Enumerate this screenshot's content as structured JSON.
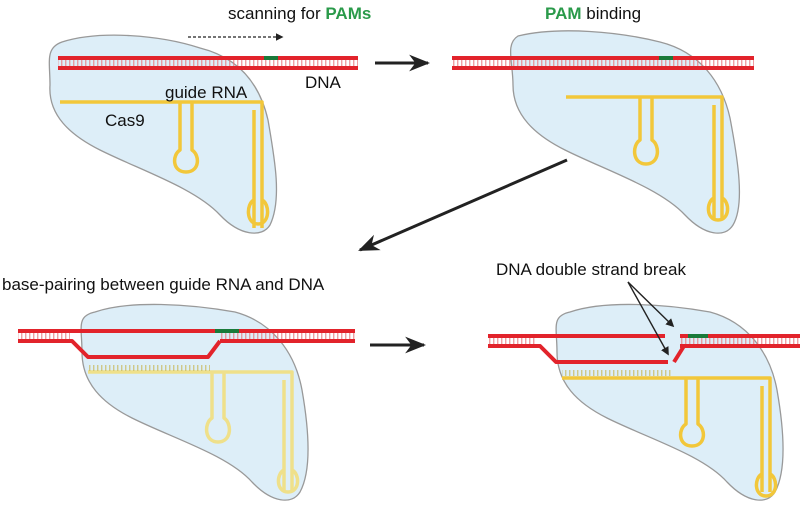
{
  "colors": {
    "dna": "#e2232b",
    "dna_faded": "#e8787d",
    "pam": "#1a7a3a",
    "pam_label": "#2a9a4a",
    "guide_rna": "#f2c73a",
    "guide_rna_faded": "#efe08a",
    "cas9_fill": "#ddeef8",
    "cas9_stroke": "#999999",
    "arrow": "#222222",
    "text": "#111111"
  },
  "labels": {
    "scanning_prefix": "scanning for ",
    "scanning_pams": "PAMs",
    "pam_binding_pam": "PAM",
    "pam_binding_rest": " binding",
    "dna": "DNA",
    "guide_rna": "guide RNA",
    "cas9": "Cas9",
    "base_pairing": "base-pairing between guide RNA and DNA",
    "double_strand_break": "DNA double strand break"
  },
  "icons": {
    "step_arrow": "right-arrow-icon",
    "diagonal_arrow": "diagonal-arrow-icon",
    "scanning_arrow": "dashed-arrow-icon"
  }
}
